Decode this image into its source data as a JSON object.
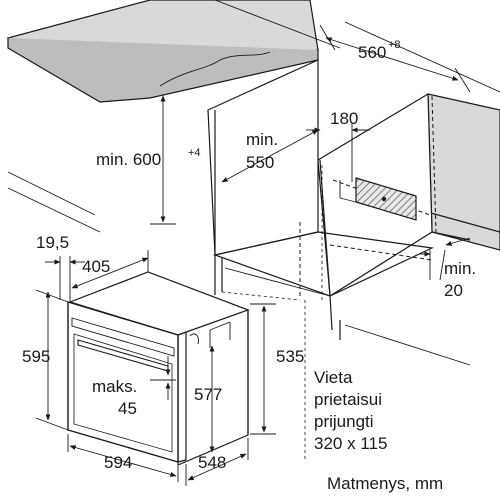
{
  "dimensions": {
    "width_cutout": {
      "value": "560",
      "sup": "+8"
    },
    "height_cutout": {
      "line1": "min. 600",
      "sup": "+4"
    },
    "depth_min": {
      "line1": "min.",
      "line2": "550"
    },
    "vent_gap": "180",
    "side_clearance": {
      "line1": "min.",
      "line2": "20"
    },
    "front_thickness": "19,5",
    "panel_depth": "405",
    "front_height": "595",
    "body_height": "535",
    "mount_height": "577",
    "top_gap": {
      "line1": "maks.",
      "line2": "45"
    },
    "front_width": "594",
    "body_depth": "548"
  },
  "connection_note": {
    "line1": "Vieta",
    "line2": "prietaisui",
    "line3": "prijungti",
    "line4": "320 x 115"
  },
  "units_caption": "Matmenys, mm",
  "colors": {
    "stroke": "#1a1a1a",
    "counter_fill": "#d9d9d9",
    "hatch_fill": "#9a9a9a"
  }
}
